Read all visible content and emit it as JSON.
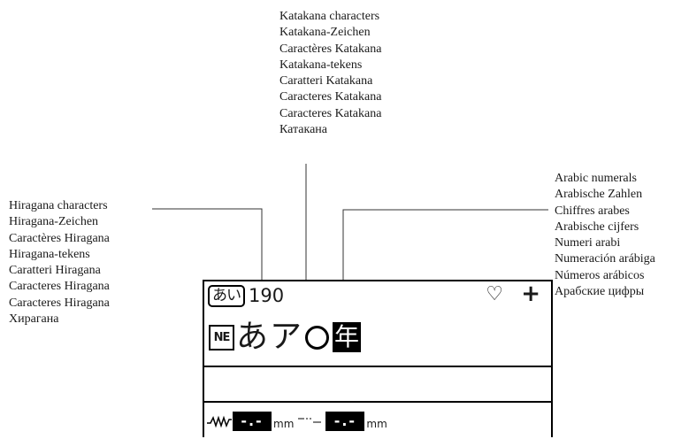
{
  "callouts": {
    "katakana": [
      "Katakana characters",
      "Katakana-Zeichen",
      "Caractères Katakana",
      "Katakana-tekens",
      "Caratteri Katakana",
      "Caracteres Katakana",
      "Caracteres Katakana",
      "Катакана"
    ],
    "hiragana": [
      "Hiragana characters",
      "Hiragana-Zeichen",
      "Caractères Hiragana",
      "Hiragana-tekens",
      "Caratteri Hiragana",
      "Caracteres Hiragana",
      "Caracteres Hiragana",
      "Хирагана"
    ],
    "arabic": [
      "Arabic numerals",
      "Arabische Zahlen",
      "Chiffres arabes",
      "Arabische cijfers",
      "Numeri arabi",
      "Numeración arábiga",
      "Números arábicos",
      "Арабские цифры"
    ]
  },
  "lcd": {
    "mode_badge": "あい",
    "number": "190",
    "heart_icon": "♡",
    "plus_icon": "+",
    "chars": {
      "ne_box": "NE",
      "hiragana": "あ",
      "katakana": "ア",
      "numeral_circle_icon": "circle",
      "kanji": "年"
    },
    "status": {
      "value1": "-.-",
      "unit1": "mm",
      "value2": "-.-",
      "unit2": "mm"
    }
  }
}
